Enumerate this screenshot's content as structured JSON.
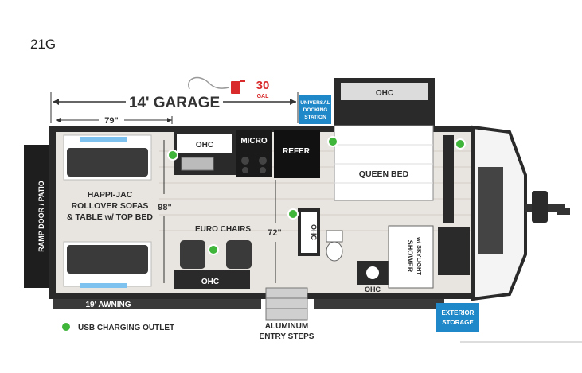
{
  "model": "21G",
  "garage_length": "14' GARAGE",
  "fuel": {
    "amount": "30",
    "unit": "GAL"
  },
  "universal_docking_station": [
    "UNIVERSAL",
    "DOCKING",
    "STATION"
  ],
  "dims": {
    "width_79": "79\"",
    "width_98": "98\"",
    "width_72": "72\""
  },
  "ohc": "OHC",
  "micro": "MICRO",
  "refer": "REFER",
  "queen_bed": "QUEEN BED",
  "happi_jac": [
    "HAPPI-JAC",
    "ROLLOVER SOFAS",
    "& TABLE w/ TOP BED"
  ],
  "ramp_door": "RAMP DOOR / PATIO",
  "euro_chairs": "EURO CHAIRS",
  "shower": [
    "SHOWER",
    "w/ SKYLIGHT"
  ],
  "awning": "19' AWNING",
  "entry_steps": [
    "ALUMINUM",
    "ENTRY STEPS"
  ],
  "exterior_storage": [
    "EXTERIOR",
    "STORAGE"
  ],
  "legend": "USB CHARGING OUTLET",
  "colors": {
    "accent_blue": "#1f88c8",
    "usb_green": "#3fb53a",
    "fuel_red": "#d92b2b"
  }
}
